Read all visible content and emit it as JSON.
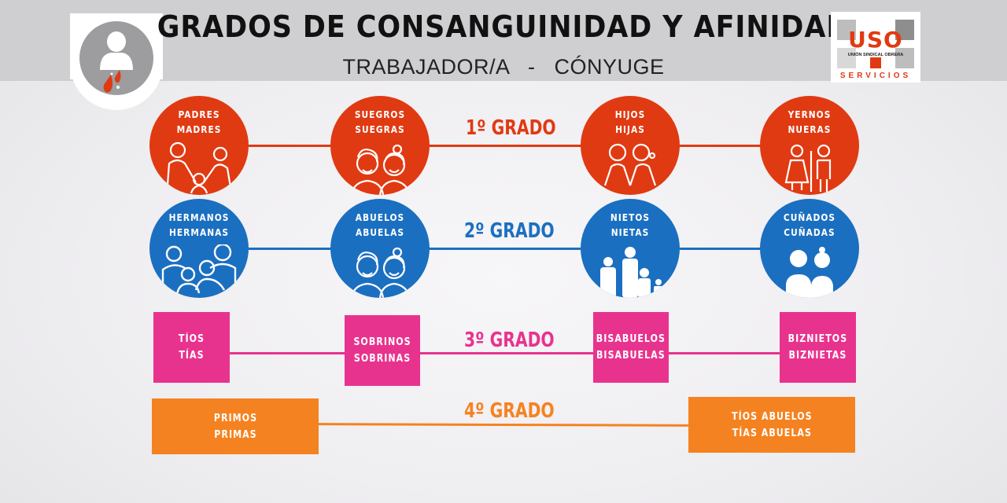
{
  "header": {
    "title": "GRADOS DE CONSANGUINIDAD Y AFINIDAD",
    "subtitle": "TRABAJADOR/A   -   CÓNYUGE",
    "left_logo": {
      "icon": "person-with-blood-drops-icon"
    },
    "right_logo": {
      "brand": "USO",
      "tagline": "UNIÓN SINDICAL OBRERA",
      "division": "SERVICIOS"
    }
  },
  "colors": {
    "grado1": "#e03a12",
    "grado2": "#1b6fc0",
    "grado3": "#e8338e",
    "grado4": "#f58220",
    "header_band": "#cfced1"
  },
  "grados": [
    {
      "label": "1º GRADO",
      "nodes": [
        {
          "line1": "PADRES",
          "line2": "MADRES",
          "icon": "parents-with-child-icon"
        },
        {
          "line1": "SUEGROS",
          "line2": "SUEGRAS",
          "icon": "elderly-couple-icon"
        },
        {
          "line1": "HIJOS",
          "line2": "HIJAS",
          "icon": "boy-and-girl-icon"
        },
        {
          "line1": "YERNOS",
          "line2": "NUERAS",
          "icon": "woman-and-man-icon"
        }
      ]
    },
    {
      "label": "2º GRADO",
      "nodes": [
        {
          "line1": "HERMANOS",
          "line2": "HERMANAS",
          "icon": "siblings-group-icon"
        },
        {
          "line1": "ABUELOS",
          "line2": "ABUELAS",
          "icon": "elderly-couple-icon"
        },
        {
          "line1": "NIETOS",
          "line2": "NIETAS",
          "icon": "grandparent-with-grandchildren-icon"
        },
        {
          "line1": "CUÑADOS",
          "line2": "CUÑADAS",
          "icon": "two-women-icon"
        }
      ]
    },
    {
      "label": "3º GRADO",
      "nodes": [
        {
          "text": "TÍOS\nTÍAS"
        },
        {
          "text": "SOBRINOS\nSOBRINAS"
        },
        {
          "text": "BISABUELOS\nBISABUELAS"
        },
        {
          "text": "BIZNIETOS\nBIZNIETAS"
        }
      ]
    },
    {
      "label": "4º GRADO",
      "nodes": [
        {
          "text": "PRIMOS\nPRIMAS"
        },
        {
          "text": "TÍOS ABUELOS\nTÍAS ABUELAS"
        }
      ]
    }
  ]
}
